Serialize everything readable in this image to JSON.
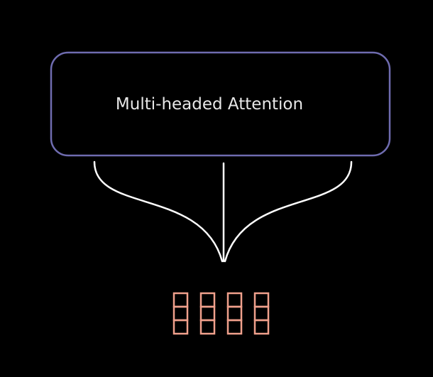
{
  "diagram": {
    "background_color": "#000000",
    "attention_block": {
      "label": "Multi-headed Attention",
      "border_color": "#6f6cb0",
      "text_color": "#e8e8e8"
    },
    "connectors": {
      "stroke_color": "#ffffff",
      "style": "curly-brace-merge",
      "branch_count": 3
    },
    "token_vectors": {
      "count": 4,
      "cells_per_vector": 3,
      "color": "#f0a08c"
    }
  }
}
